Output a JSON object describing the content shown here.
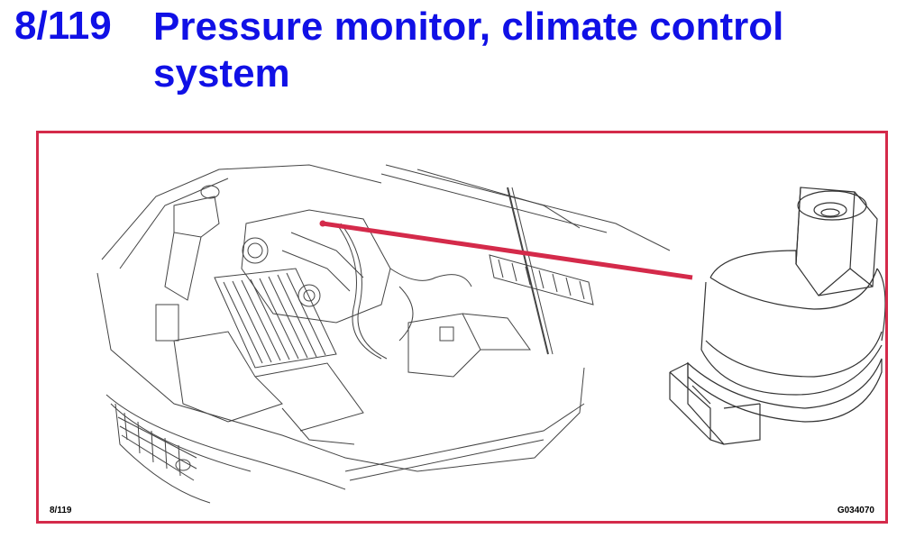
{
  "header": {
    "ref_number": "8/119",
    "title": "Pressure monitor, climate control system"
  },
  "figure": {
    "label_left": "8/119",
    "label_right": "G034070",
    "frame_color": "#d42a4a",
    "pointer_color": "#d42a4a",
    "title_color": "#1010e6",
    "illustration_icon": "engine-bay-line-drawing",
    "component_icon": "pressure-sensor-line-drawing"
  }
}
